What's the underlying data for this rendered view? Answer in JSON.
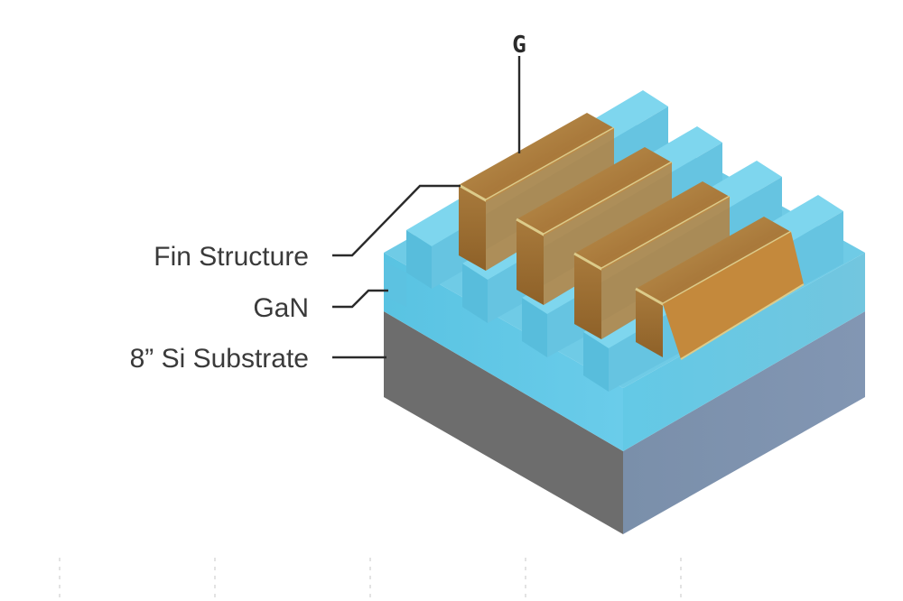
{
  "diagram": {
    "gate_label": "G",
    "labels": {
      "fin_structure": "Fin Structure",
      "gan": "GaN",
      "substrate": "8” Si Substrate"
    },
    "colors": {
      "substrate_front": "#6f6f6f",
      "substrate_right": "#7f93b0",
      "gan_front": "#5ec6e4",
      "gan_right": "#6cc7e2",
      "gan_top": "#74d0ea",
      "gate_top": "#b08845",
      "gate_side": "#9b6c2e",
      "gate_edge": "#d8c786"
    }
  }
}
